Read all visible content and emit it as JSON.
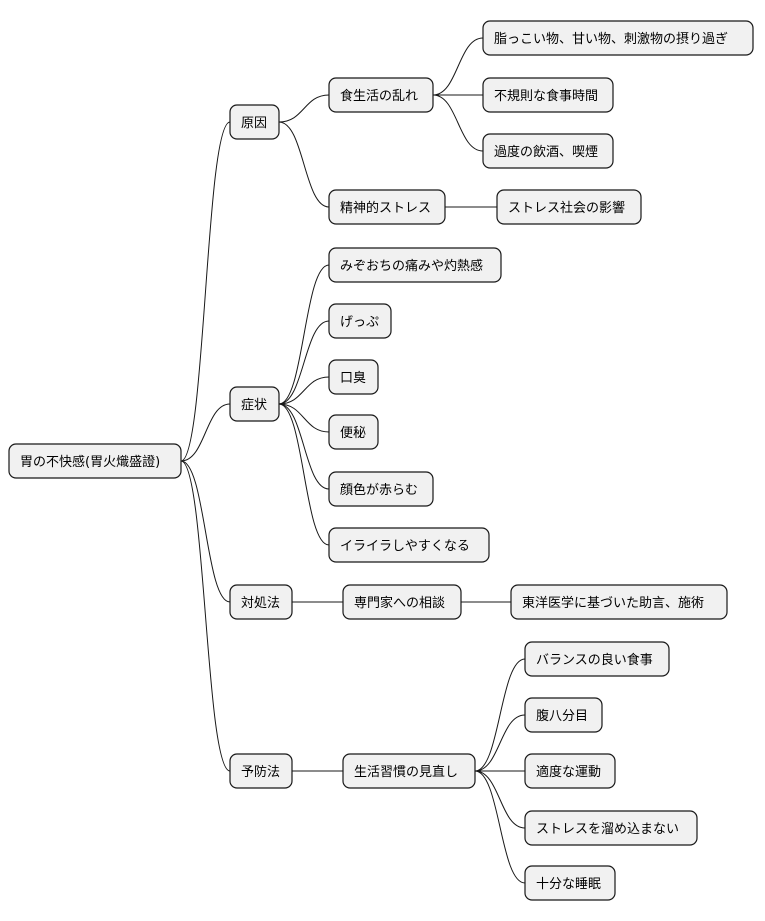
{
  "mindmap": {
    "root": {
      "label": "胃の不快感(胃火熾盛證)"
    },
    "branches": [
      {
        "label": "原因",
        "children": [
          {
            "label": "食生活の乱れ",
            "children": [
              {
                "label": "脂っこい物、甘い物、刺激物の摂り過ぎ"
              },
              {
                "label": "不規則な食事時間"
              },
              {
                "label": "過度の飲酒、喫煙"
              }
            ]
          },
          {
            "label": "精神的ストレス",
            "children": [
              {
                "label": "ストレス社会の影響"
              }
            ]
          }
        ]
      },
      {
        "label": "症状",
        "children": [
          {
            "label": "みぞおちの痛みや灼熱感"
          },
          {
            "label": "げっぷ"
          },
          {
            "label": "口臭"
          },
          {
            "label": "便秘"
          },
          {
            "label": "顔色が赤らむ"
          },
          {
            "label": "イライラしやすくなる"
          }
        ]
      },
      {
        "label": "対処法",
        "children": [
          {
            "label": "専門家への相談",
            "children": [
              {
                "label": "東洋医学に基づいた助言、施術"
              }
            ]
          }
        ]
      },
      {
        "label": "予防法",
        "children": [
          {
            "label": "生活習慣の見直し",
            "children": [
              {
                "label": "バランスの良い食事"
              },
              {
                "label": "腹八分目"
              },
              {
                "label": "適度な運動"
              },
              {
                "label": "ストレスを溜め込まない"
              },
              {
                "label": "十分な睡眠"
              }
            ]
          }
        ]
      }
    ]
  }
}
